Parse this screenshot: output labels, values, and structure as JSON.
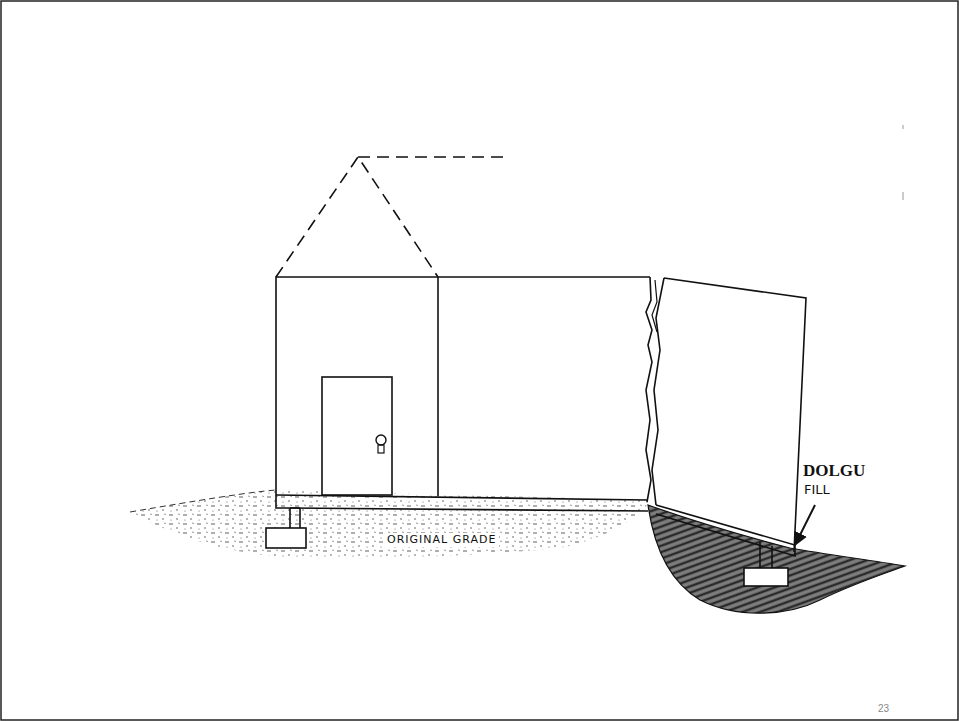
{
  "diagram": {
    "labels": [
      "DOLGU",
      "FILL",
      "ORIGINAL GRADE",
      "23"
    ]
  }
}
